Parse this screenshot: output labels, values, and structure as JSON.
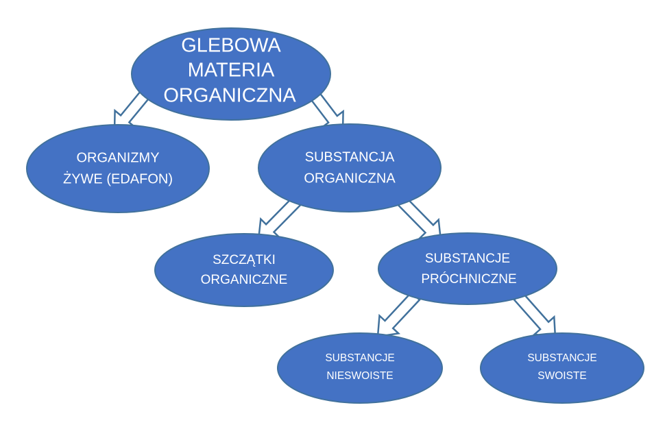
{
  "diagram": {
    "fill_color": "#4472c4",
    "outline_color": "#41719c",
    "arrow_fill": "#ffffff",
    "text_color": "#ffffff",
    "nodes": {
      "root": {
        "line1": "GLEBOWA",
        "line2": "MATERIA",
        "line3": "ORGANICZNA"
      },
      "living": {
        "line1": "ORGANIZMY",
        "line2": "ŻYWE (EDAFON)"
      },
      "organic": {
        "line1": "SUBSTANCJA",
        "line2": "ORGANICZNA"
      },
      "remains": {
        "line1": "SZCZĄTKI",
        "line2": "ORGANICZNE"
      },
      "humic": {
        "line1": "SUBSTANCJE",
        "line2": "PRÓCHNICZNE"
      },
      "nonspecific": {
        "line1": "SUBSTANCJE",
        "line2": "NIESWOISTE"
      },
      "specific": {
        "line1": "SUBSTANCJE",
        "line2": "SWOISTE"
      }
    },
    "edges": [
      {
        "from": "root",
        "to": "living"
      },
      {
        "from": "root",
        "to": "organic"
      },
      {
        "from": "organic",
        "to": "remains"
      },
      {
        "from": "organic",
        "to": "humic"
      },
      {
        "from": "humic",
        "to": "nonspecific"
      },
      {
        "from": "humic",
        "to": "specific"
      }
    ]
  }
}
